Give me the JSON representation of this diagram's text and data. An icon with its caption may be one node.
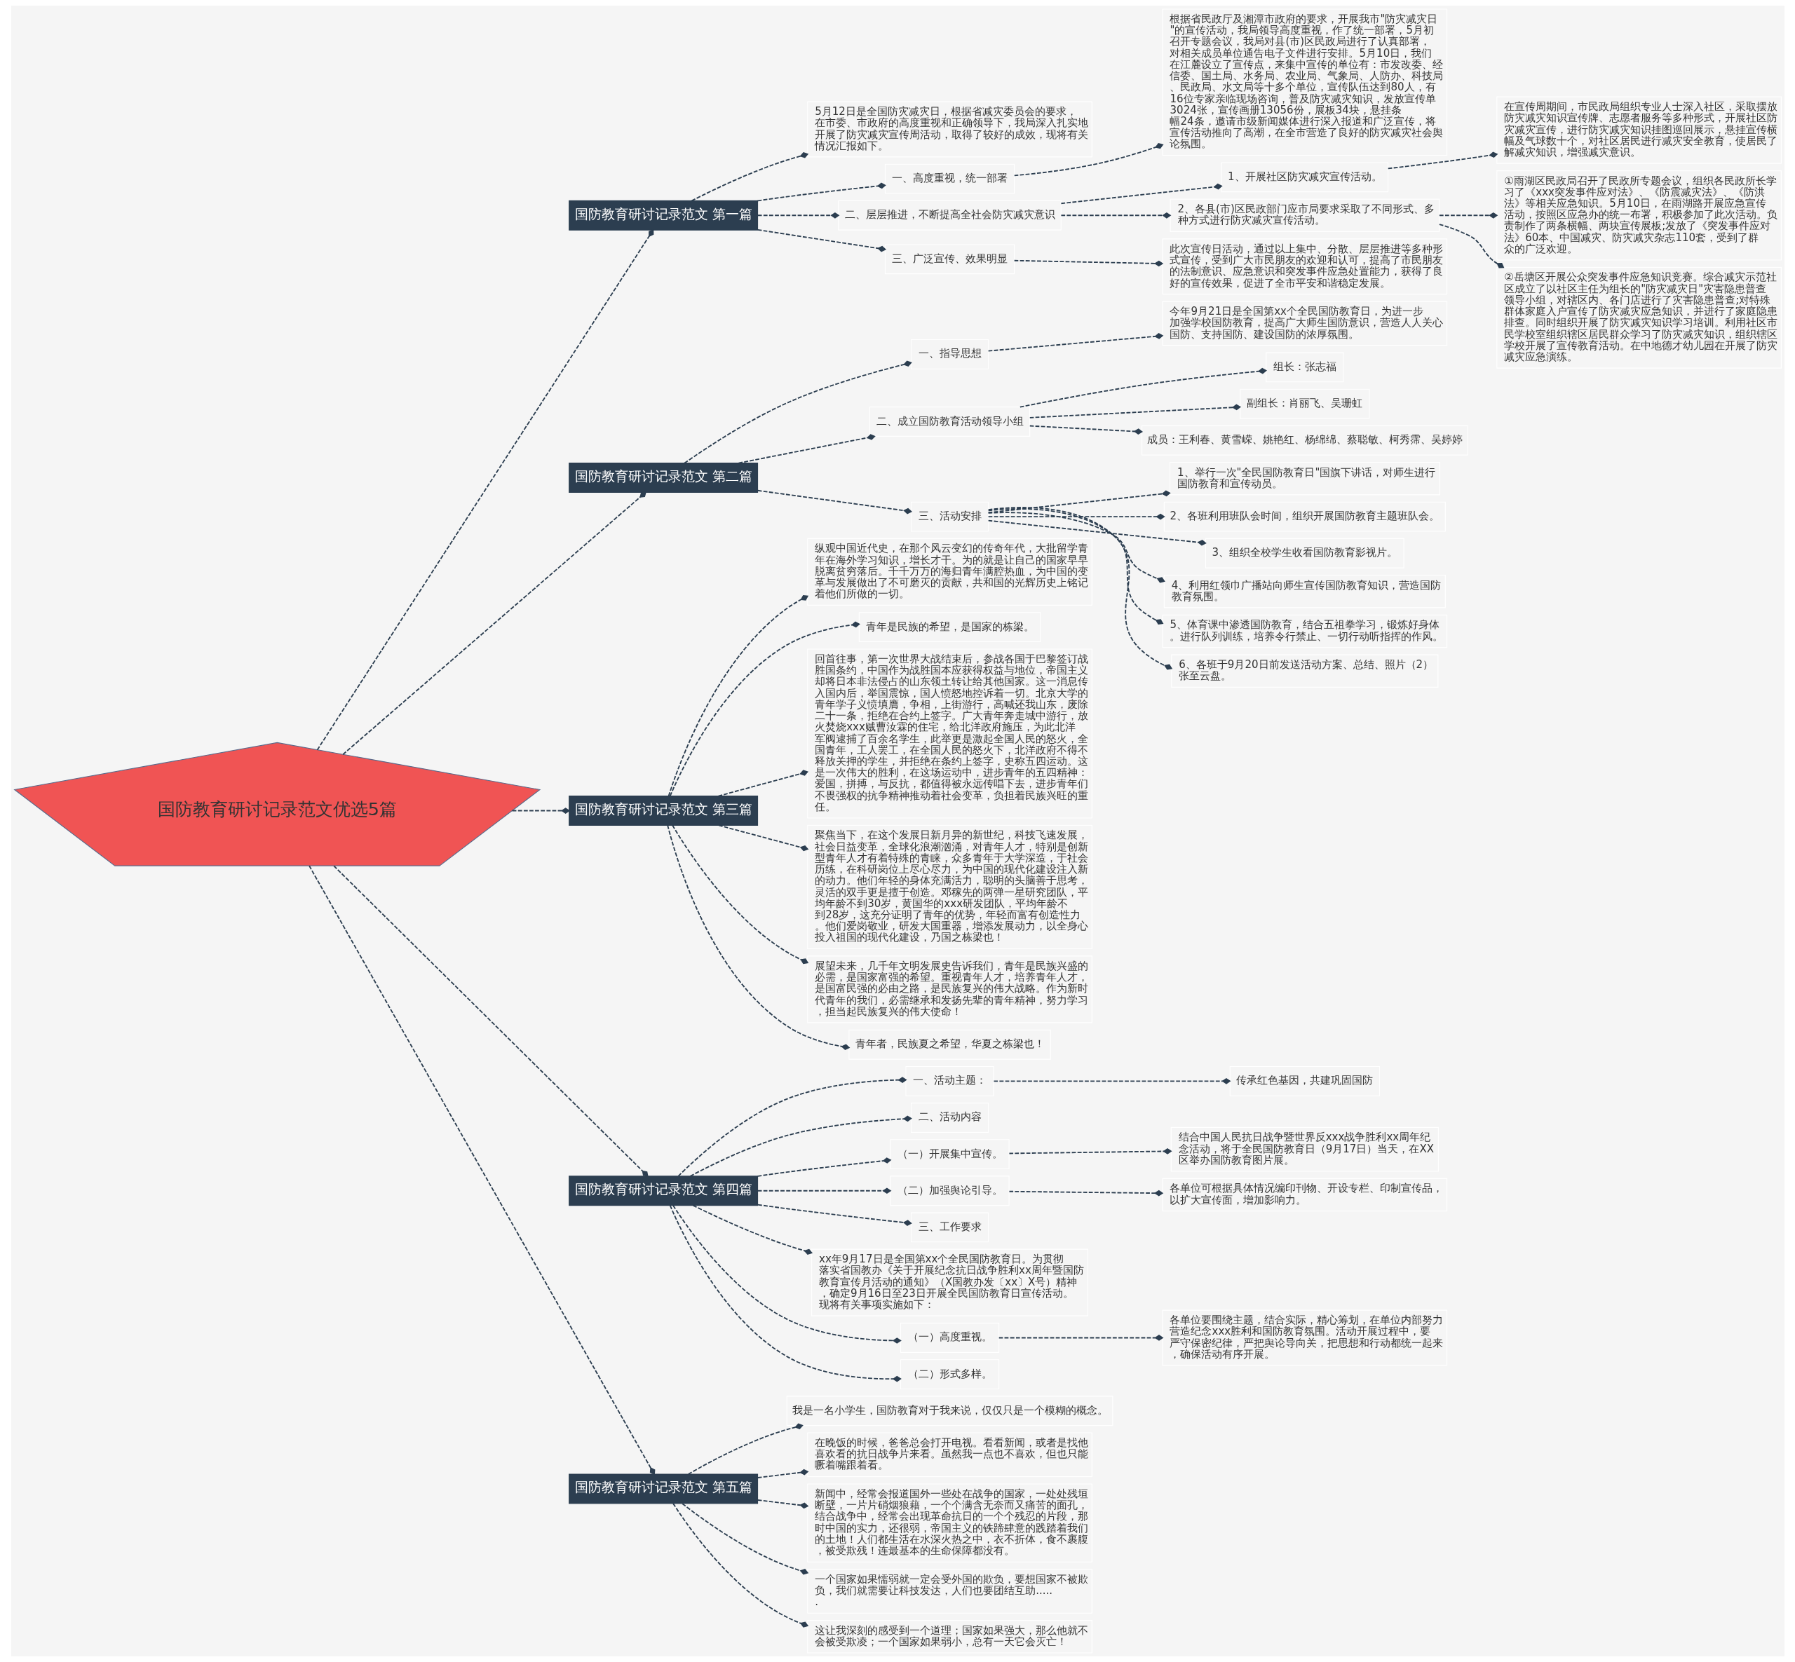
{
  "diagram": {
    "nodes": [
      {
        "text": [
          "国防教育研讨记录范文优选5篇"
        ]
      },
      {
        "text": [
          "国防教育研讨记录范文 第一篇"
        ]
      },
      {
        "text": [
          "5月12日是全国防灾减灾日，根据省减灾委员会的要求，在市委、市政府的高度重视和正确领导下，我局深入扎实地开展了防灾减灾宣传周活动，取得了较好的成效，现将有关情况汇报如下。"
        ]
      },
      {
        "text": [
          "一、高度重视，统一部署"
        ]
      },
      {
        "text": [
          "根据省民政厅及湘潭市政府的要求，开展我市\"防灾减灾日\"的宣传活动，我局领导高度重视，作了统一部署，5月初召开专题会议，我局对县(市)区民政局进行了认真部署，对相关成员单位通告电子文件进行安排。5月10日，我们在江麓设立了宣传点，来集中宣传的单位有：市发改委、经信委、国土局、水务局、农业局、气象局、人防办、科技局、民政局、水文局等十多个单位，宣传队伍达到80人，有16位专家亲临现场咨询，普及防灾减灾知识，发放宣传单3024张，宣传画册13056份，展板34块，悬挂条幅24条，邀请市级新闻媒体进行深入报道和广泛宣传，将宣传活动推向了高潮，在全市营造了良好的防灾减灾社会舆论氛围。"
        ]
      },
      {
        "text": [
          "二、层层推进，不断提高全社会防灾减灾意识"
        ]
      },
      {
        "text": [
          "1、开展社区防灾减灾宣传活动。"
        ]
      },
      {
        "text": [
          "在宣传周期间，市民政局组织专业人士深入社区，采取摆放防灾减灾知识宣传牌、志愿者服务等多种形式，开展社区防灾减灾宣传，进行防灾减灾知识挂图巡回展示，悬挂宣传横幅及气球数十个，对社区居民进行减灾安全教育，使居民了解减灾知识，增强减灾意识。"
        ]
      },
      {
        "text": [
          "2、各县(市)区民政部门应市局要求采取了不同形式、多种方式进行防灾减灾宣传活动。"
        ]
      },
      {
        "text": [
          "①雨湖区民政局召开了民政所专题会议，组织各民政所长学习了《xxx突发事件应对法》、《防震减灾法》、《防洪法》等相关应急知识。5月10日，在雨湖路开展应急宣传活动，按照区应急办的统一布署，积极参加了此次活动。负责制作了两条横幅、两块宣传展板;发放了《突发事件应对法》60本、中国减灾、防灾减灾杂志110套，受到了群众的广泛欢迎。"
        ]
      },
      {
        "text": [
          "②岳塘区开展公众突发事件应急知识竞赛。综合减灾示范社区成立了以社区主任为组长的\"防灾减灾日\"灾害隐患普查领导小组，对辖区内、各门店进行了灾害隐患普查;对特殊群体家庭入户宣传了防灾减灾应急知识，并进行了家庭隐患排查。同时组织开展了防灾减灾知识学习培训。利用社区市民学校室组织辖区居民群众学习了防灾减灾知识，组织辖区学校开展了宣传教育活动。在中地德才幼儿园在开展了防灾减灾应急演练。"
        ]
      },
      {
        "text": [
          "三、广泛宣传、效果明显"
        ]
      },
      {
        "text": [
          "此次宣传日活动，通过以上集中、分散、层层推进等多种形式宣传，受到广大市民朋友的欢迎和认可，提高了市民朋友的法制意识、应急意识和突发事件应急处置能力，获得了良好的宣传效果，促进了全市平安和谐稳定发展。"
        ]
      },
      {
        "text": [
          "国防教育研讨记录范文 第二篇"
        ]
      },
      {
        "text": [
          "一、指导思想"
        ]
      },
      {
        "text": [
          "今年9月21日是全国第xx个全民国防教育日，为进一步加强学校国防教育，提高广大师生国防意识，营造人人关心国防、支持国防、建设国防的浓厚氛围。"
        ]
      },
      {
        "text": [
          "二、成立国防教育活动领导小组"
        ]
      },
      {
        "text": [
          "组长：张志福"
        ]
      },
      {
        "text": [
          "副组长：肖丽飞、吴珊虹"
        ]
      },
      {
        "text": [
          "成员：王利春、黄雪嵘、姚艳红、杨绵绵、蔡聪敏、柯秀霈、吴婷婷"
        ]
      },
      {
        "text": [
          "三、活动安排"
        ]
      },
      {
        "text": [
          "1、举行一次\"全民国防教育日\"国旗下讲话，对师生进行国防教育和宣传动员。"
        ]
      },
      {
        "text": [
          "2、各班利用班队会时间，组织开展国防教育主题班队会。"
        ]
      },
      {
        "text": [
          "3、组织全校学生收看国防教育影视片。"
        ]
      },
      {
        "text": [
          "4、利用红领巾广播站向师生宣传国防教育知识，营造国防教育氛围。"
        ]
      },
      {
        "text": [
          "5、体育课中渗透国防教育，结合五祖拳学习，锻炼好身体。进行队列训练，培养令行禁止、一切行动听指挥的作风。"
        ]
      },
      {
        "text": [
          "6、各班于9月20日前发送活动方案、总结、照片（2）张至云盘。"
        ]
      },
      {
        "text": [
          "国防教育研讨记录范文 第三篇"
        ]
      },
      {
        "text": [
          "纵观中国近代史，在那个风云变幻的传奇年代，大批留学青年在海外学习知识，增长才干。为的就是让自己的国家早早脱离贫穷落后。千千万万的海归青年满腔热血，为中国的变革与发展做出了不可磨灭的贡献，共和国的光辉历史上铭记着他们所做的一切。"
        ]
      },
      {
        "text": [
          "青年是民族的希望，是国家的栋梁。"
        ]
      },
      {
        "text": [
          "回首往事，第一次世界大战结束后，参战各国于巴黎签订战胜国条约，中国作为战胜国本应获得权益与地位，帝国主义却将日本非法侵占的山东领土转让给其他国家。这一消息传入国内后，举国震惊，国人愤怒地控诉着一切。北京大学的青年学子义愤填膺，争相，上街游行，高喊还我山东，废除二十一条，拒绝在合约上签字。广大青年奔走城中游行，放火焚烧xxx贼曹汝霖的住宅，给北洋政府施压，为此北洋军阀逮捕了百余名学生，此举更是激起全国人民的怒火，全国青年，工人罢工，在全国人民的怒火下，北洋政府不得不释放关押的学生，并拒绝在条约上签字，史称五四运动。这是一次伟大的胜利，在这场运动中，进步青年的五四精神：爱国，拼搏，与反抗，都值得被永远传唱下去，进步青年们不畏强权的抗争精神推动着社会变革，负担着民族兴旺的重任。"
        ]
      },
      {
        "text": [
          "聚焦当下，在这个发展日新月异的新世纪，科技飞速发展，社会日益变革，全球化浪潮汹涌，对青年人才，特别是创新型青年人才有着特殊的青睐，众多青年于大学深造，于社会历练，在科研岗位上尽心尽力，为中国的现代化建设注入新的动力。他们年轻的身体充满活力，聪明的头脑善于思考，灵活的双手更是擅于创造。邓稼先的两弹一星研究团队，平均年龄不到30岁，黄国华的xxx研发团队，平均年龄不到28岁，这充分证明了青年的优势，年轻而富有创造性力。他们爱岗敬业，研发大国重器，增添发展动力，以全身心投入祖国的现代化建设，乃国之栋梁也！"
        ]
      },
      {
        "text": [
          "展望未来，几千年文明发展史告诉我们，青年是民族兴盛的必需，是国家富强的希望。重视青年人才，培养青年人才，是国富民强的必由之路，是民族复兴的伟大战略。作为新时代青年的我们，必需继承和发扬先辈的青年精神，努力学习，担当起民族复兴的伟大使命！"
        ]
      },
      {
        "text": [
          "青年者，民族夏之希望，华夏之栋梁也！"
        ]
      },
      {
        "text": [
          "国防教育研讨记录范文 第四篇"
        ]
      },
      {
        "text": [
          "一、活动主题："
        ]
      },
      {
        "text": [
          "传承红色基因，共建巩固国防"
        ]
      },
      {
        "text": [
          "二、活动内容"
        ]
      },
      {
        "text": [
          "（一）开展集中宣传。"
        ]
      },
      {
        "text": [
          "结合中国人民抗日战争暨世界反xxx战争胜利xx周年纪念活动，将于全民国防教育日（9月17日）当天，在XX区举办国防教育图片展。"
        ]
      },
      {
        "text": [
          "（二）加强舆论引导。"
        ]
      },
      {
        "text": [
          "各单位可根据具体情况编印刊物、开设专栏、印制宣传品，以扩大宣传面，增加影响力。"
        ]
      },
      {
        "text": [
          "三、工作要求"
        ]
      },
      {
        "text": [
          "xx年9月17日是全国第xx个全民国防教育日。为贯彻落实省国教办《关于开展纪念抗日战争胜利xx周年暨国防教育宣传月活动的通知》（X国教办发〔xx〕X号）精神，确定9月16日至23日开展全民国防教育日宣传活动。现将有关事项实施如下："
        ]
      },
      {
        "text": [
          "（一）高度重视。"
        ]
      },
      {
        "text": [
          "各单位要围绕主题，结合实际，精心筹划，在单位内部努力营造纪念xxx胜利和国防教育氛围。活动开展过程中，要严守保密纪律，严把舆论导向关，把思想和行动都统一起来，确保活动有序开展。"
        ]
      },
      {
        "text": [
          "（二）形式多样。"
        ]
      },
      {
        "text": [
          "国防教育研讨记录范文 第五篇"
        ]
      },
      {
        "text": [
          "我是一名小学生，国防教育对于我来说，仅仅只是一个模糊的概念。"
        ]
      },
      {
        "text": [
          "在晚饭的时候，爸爸总会打开电视。看看新闻，或者是找他喜欢看的抗日战争片来看。虽然我一点也不喜欢，但也只能噘着嘴跟着看。"
        ]
      },
      {
        "text": [
          "新闻中，经常会报道国外一些处在战争的国家，一处处残垣断壁，一片片硝烟狼藉，一个个满含无奈而又痛苦的面孔，结合战争中，经常会出现革命抗日的一个个残忍的片段，那时中国的实力，还很弱，帝国主义的铁蹄肆意的践踏着我们的土地！人们都生活在水深火热之中，衣不折体，食不裹腹，被受欺残！连最基本的生命保障都没有。"
        ]
      },
      {
        "text": [
          "一个国家如果懦弱就一定会受外国的欺负，要想国家不被欺负，我们就需要让科技发达，人们也要团结互助......"
        ]
      },
      {
        "text": [
          "这让我深刻的感受到一个道理；国家如果强大，那么他就不会被受欺凌；一个国家如果弱小，总有一天它会灭亡！"
        ]
      }
    ],
    "edges": [
      {
        "from": 0,
        "to": 1,
        "arrow": "other",
        "style": "dashed"
      },
      {
        "from": 1,
        "to": 2,
        "arrow": "other",
        "style": "dashed"
      },
      {
        "from": 1,
        "to": 3,
        "arrow": "other",
        "style": "dashed"
      },
      {
        "from": 3,
        "to": 4,
        "arrow": "other",
        "style": "dashed"
      },
      {
        "from": 1,
        "to": 5,
        "arrow": "other",
        "style": "dashed"
      },
      {
        "from": 5,
        "to": 6,
        "arrow": "other",
        "style": "dashed"
      },
      {
        "from": 6,
        "to": 7,
        "arrow": "other",
        "style": "dashed"
      },
      {
        "from": 5,
        "to": 8,
        "arrow": "other",
        "style": "dashed"
      },
      {
        "from": 8,
        "to": 9,
        "arrow": "other",
        "style": "dashed"
      },
      {
        "from": 8,
        "to": 10,
        "arrow": "other",
        "style": "dashed"
      },
      {
        "from": 1,
        "to": 11,
        "arrow": "other",
        "style": "dashed"
      },
      {
        "from": 11,
        "to": 12,
        "arrow": "other",
        "style": "dashed"
      },
      {
        "from": 0,
        "to": 13,
        "arrow": "other",
        "style": "dashed"
      },
      {
        "from": 13,
        "to": 14,
        "arrow": "other",
        "style": "dashed"
      },
      {
        "from": 14,
        "to": 15,
        "arrow": "other",
        "style": "dashed"
      },
      {
        "from": 13,
        "to": 16,
        "arrow": "other",
        "style": "dashed"
      },
      {
        "from": 16,
        "to": 17,
        "arrow": "other",
        "style": "dashed"
      },
      {
        "from": 16,
        "to": 18,
        "arrow": "other",
        "style": "dashed"
      },
      {
        "from": 16,
        "to": 19,
        "arrow": "other",
        "style": "dashed"
      },
      {
        "from": 13,
        "to": 20,
        "arrow": "other",
        "style": "dashed"
      },
      {
        "from": 20,
        "to": 21,
        "arrow": "other",
        "style": "dashed"
      },
      {
        "from": 20,
        "to": 22,
        "arrow": "other",
        "style": "dashed"
      },
      {
        "from": 20,
        "to": 23,
        "arrow": "other",
        "style": "dashed"
      },
      {
        "from": 20,
        "to": 24,
        "arrow": "other",
        "style": "dashed"
      },
      {
        "from": 20,
        "to": 25,
        "arrow": "other",
        "style": "dashed"
      },
      {
        "from": 20,
        "to": 26,
        "arrow": "other",
        "style": "dashed"
      },
      {
        "from": 0,
        "to": 27,
        "arrow": "other",
        "style": "dashed"
      },
      {
        "from": 27,
        "to": 28,
        "arrow": "other",
        "style": "dashed"
      },
      {
        "from": 27,
        "to": 29,
        "arrow": "other",
        "style": "dashed"
      },
      {
        "from": 27,
        "to": 30,
        "arrow": "other",
        "style": "dashed"
      },
      {
        "from": 27,
        "to": 31,
        "arrow": "other",
        "style": "dashed"
      },
      {
        "from": 27,
        "to": 32,
        "arrow": "other",
        "style": "dashed"
      },
      {
        "from": 27,
        "to": 33,
        "arrow": "other",
        "style": "dashed"
      },
      {
        "from": 0,
        "to": 34,
        "arrow": "other",
        "style": "dashed"
      },
      {
        "from": 34,
        "to": 35,
        "arrow": "other",
        "style": "dashed"
      },
      {
        "from": 35,
        "to": 36,
        "arrow": "other",
        "style": "dashed"
      },
      {
        "from": 34,
        "to": 37,
        "arrow": "other",
        "style": "dashed"
      },
      {
        "from": 34,
        "to": 38,
        "arrow": "other",
        "style": "dashed"
      },
      {
        "from": 38,
        "to": 39,
        "arrow": "other",
        "style": "dashed"
      },
      {
        "from": 34,
        "to": 40,
        "arrow": "other",
        "style": "dashed"
      },
      {
        "from": 40,
        "to": 41,
        "arrow": "other",
        "style": "dashed"
      },
      {
        "from": 34,
        "to": 42,
        "arrow": "other",
        "style": "dashed"
      },
      {
        "from": 34,
        "to": 43,
        "arrow": "other",
        "style": "dashed"
      },
      {
        "from": 34,
        "to": 44,
        "arrow": "other",
        "style": "dashed"
      },
      {
        "from": 44,
        "to": 45,
        "arrow": "other",
        "style": "dashed"
      },
      {
        "from": 34,
        "to": 46,
        "arrow": "other",
        "style": "dashed"
      },
      {
        "from": 0,
        "to": 47,
        "arrow": "other",
        "style": "dashed"
      },
      {
        "from": 47,
        "to": 48,
        "arrow": "other",
        "style": "dashed"
      },
      {
        "from": 47,
        "to": 49,
        "arrow": "other",
        "style": "dashed"
      },
      {
        "from": 47,
        "to": 50,
        "arrow": "other",
        "style": "dashed"
      },
      {
        "from": 47,
        "to": 51,
        "arrow": "other",
        "style": "dashed"
      },
      {
        "from": 47,
        "to": 52,
        "arrow": "other",
        "style": "dashed"
      }
    ]
  }
}
